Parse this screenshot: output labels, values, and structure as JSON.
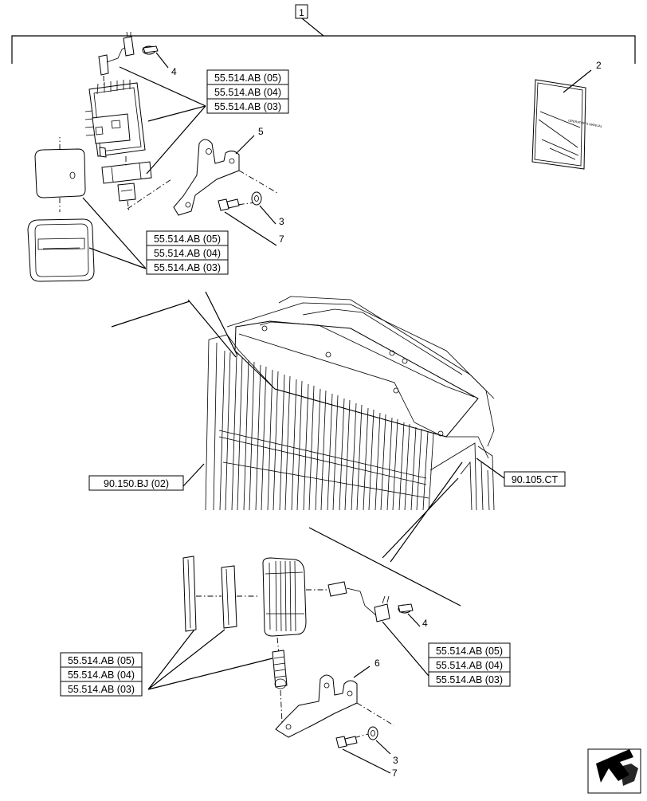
{
  "callouts": {
    "assembly": "1",
    "manual": "2",
    "washer_upper": "3",
    "washer_lower": "3",
    "cap_upper": "4",
    "cap_lower": "4",
    "bracket_upper": "5",
    "bracket_lower": "6",
    "bolt_upper": "7",
    "bolt_lower": "7"
  },
  "reference_groups": {
    "upper_lamp": [
      "55.514.AB (05)",
      "55.514.AB (04)",
      "55.514.AB (03)"
    ],
    "upper_lens": [
      "55.514.AB (05)",
      "55.514.AB (04)",
      "55.514.AB (03)"
    ],
    "lower_lens": [
      "55.514.AB (05)",
      "55.514.AB (04)",
      "55.514.AB (03)"
    ],
    "lower_connector": [
      "55.514.AB (05)",
      "55.514.AB (04)",
      "55.514.AB (03)"
    ]
  },
  "cab_refs": {
    "left": "90.150.BJ (02)",
    "right": "90.105.CT"
  },
  "manual_cover_text": "OPERATOR'S MANUAL",
  "nav_icon": "arrow-left-icon"
}
